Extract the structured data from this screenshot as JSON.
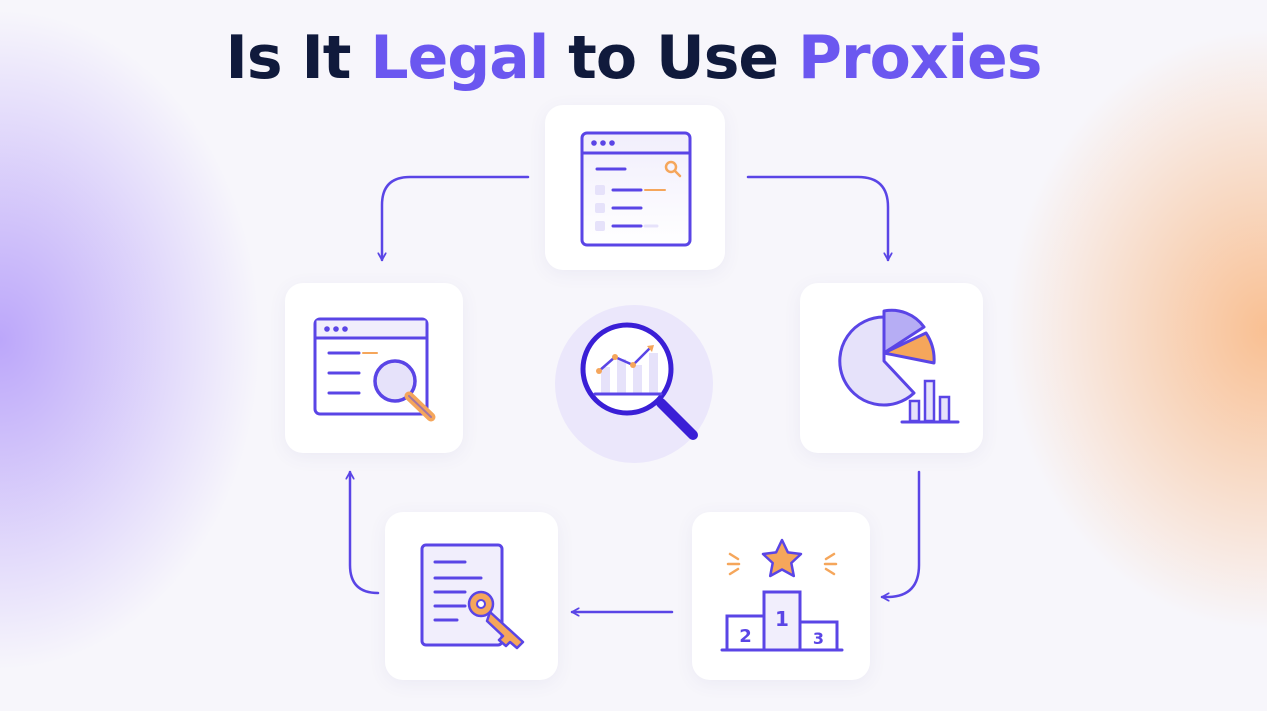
{
  "title": {
    "part1": "Is It ",
    "part2": "Legal",
    "part3": " to Use ",
    "part4": "Proxies"
  },
  "podium": {
    "first": "1",
    "second": "2",
    "third": "3"
  },
  "icons": {
    "top": "browser-search-list-icon",
    "left": "browser-magnifier-icon",
    "right": "pie-chart-bars-icon",
    "bottom_right": "podium-star-icon",
    "bottom_left": "document-key-icon",
    "center": "magnifier-trend-icon"
  },
  "colors": {
    "title_dark": "#101a3c",
    "accent_purple": "#6b57f0",
    "icon_stroke": "#5a45e6",
    "accent_orange": "#f5a65b",
    "icon_fill_light": "#e6e2fa"
  }
}
